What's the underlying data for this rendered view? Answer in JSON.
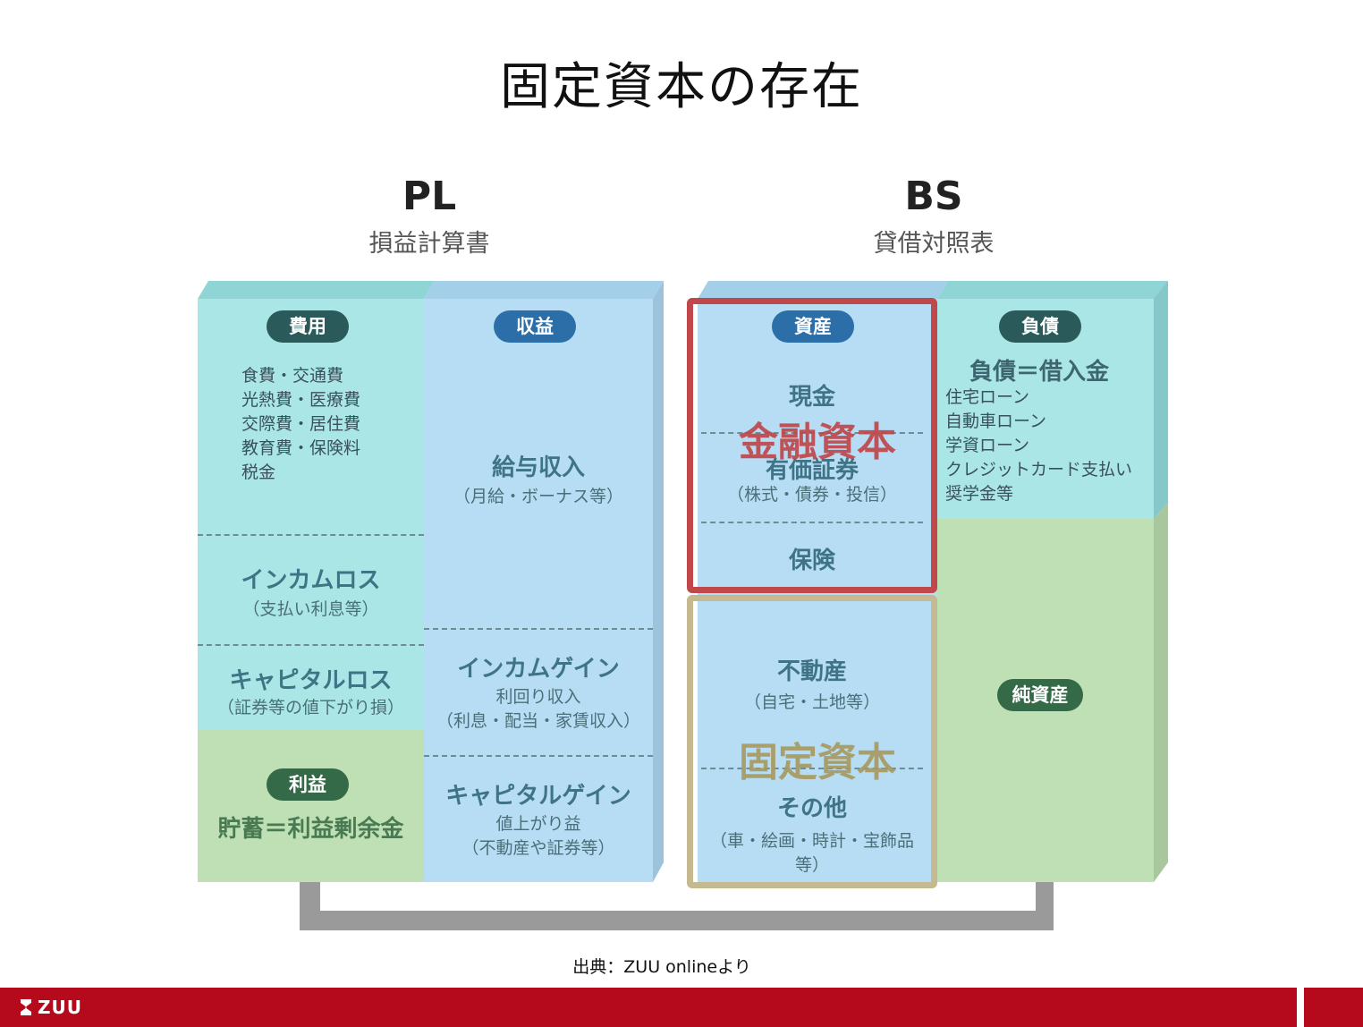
{
  "title": "固定資本の存在",
  "pl": {
    "heading": "PL",
    "subheading": "損益計算書",
    "expenses": {
      "badge": "費用",
      "items": [
        "食費・交通費",
        "光熱費・医療費",
        "交際費・居住費",
        "教育費・保険料",
        "税金"
      ]
    },
    "income_loss": {
      "title": "インカムロス",
      "note": "（支払い利息等）"
    },
    "capital_loss": {
      "title": "キャピタルロス",
      "note": "（証券等の値下がり損）"
    },
    "profit": {
      "badge": "利益",
      "text": "貯蓄＝利益剰余金"
    },
    "revenue": {
      "badge": "収益",
      "salary_title": "給与収入",
      "salary_note": "（月給・ボーナス等）",
      "income_gain_title": "インカムゲイン",
      "income_gain_line1": "利回り収入",
      "income_gain_line2": "（利息・配当・家賃収入）",
      "capital_gain_title": "キャピタルゲイン",
      "capital_gain_line1": "値上がり益",
      "capital_gain_line2": "（不動産や証券等）"
    }
  },
  "bs": {
    "heading": "BS",
    "subheading": "貸借対照表",
    "assets": {
      "badge": "資産",
      "cash": "現金",
      "securities": "有価証券",
      "securities_note": "（株式・債券・投信）",
      "insurance": "保険",
      "real_estate": "不動産",
      "real_estate_note": "（自宅・土地等）",
      "other": "その他",
      "other_note": "（車・絵画・時計・宝飾品等）"
    },
    "liabilities": {
      "badge": "負債",
      "title": "負債＝借入金",
      "items": [
        "住宅ローン",
        "自動車ローン",
        "学資ローン",
        "クレジットカード支払い",
        "奨学金等"
      ]
    },
    "net_assets": {
      "badge": "純資産"
    }
  },
  "overlays": {
    "financial_capital": "金融資本",
    "fixed_capital": "固定資本"
  },
  "source": "出典：ZUU onlineより",
  "brand": "ZUU",
  "colors": {
    "financial_red": "#c0474a",
    "fixed_khaki": "#c4b98f",
    "footer_red": "#b50a1c"
  }
}
